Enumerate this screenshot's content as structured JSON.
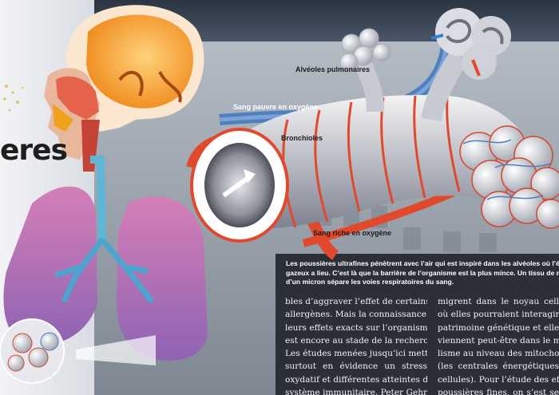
{
  "title_fragment": "eres",
  "labels": {
    "alveoles": "Alvéoles pulmonaires",
    "sang_pauvre": "Sang pauvre en oxygène",
    "bronchioles": "Bronchioles",
    "sang_riche": "Sang riche en oxygène"
  },
  "caption": [
    "Les poussières ultrafines pénètrent avec l’air qui est inspiré dans les alvéoles où l’éc",
    "gazeux a lieu. C’est là que la barrière de l’organisme est la plus mince. Un tissu de m",
    "d’un micron sépare les voies respiratoires du sang."
  ],
  "column1": [
    "bles d’aggraver l’effet de certains",
    "allergènes. Mais la connaissance sur",
    "leurs effets exacts sur l’organisme en",
    "est encore au stade de la recherche.",
    "Les études menées jusqu’ici mettent",
    "surtout en évidence un stress",
    "oxydatif et différentes atteintes du",
    "système immunitaire. Peter Gehr"
  ],
  "column2": [
    "migrent dans le noyau cell",
    "où elles pourraient interagir a",
    "patrimoine génétique et elles",
    "viennent peut-être dans le m",
    "lisme au niveau des mitochon",
    "(les centrales énergétiques",
    "cellules). Pour l’étude des effe",
    "poussières fines, on s’est se"
  ],
  "colors": {
    "background": "#c9cfd6",
    "dark_panel": "#2b3036",
    "artery_red": "#e2492c",
    "vein_blue": "#4f7fc0",
    "brain_orange": "#f4a227",
    "lung_purple": "#b86aa8"
  }
}
